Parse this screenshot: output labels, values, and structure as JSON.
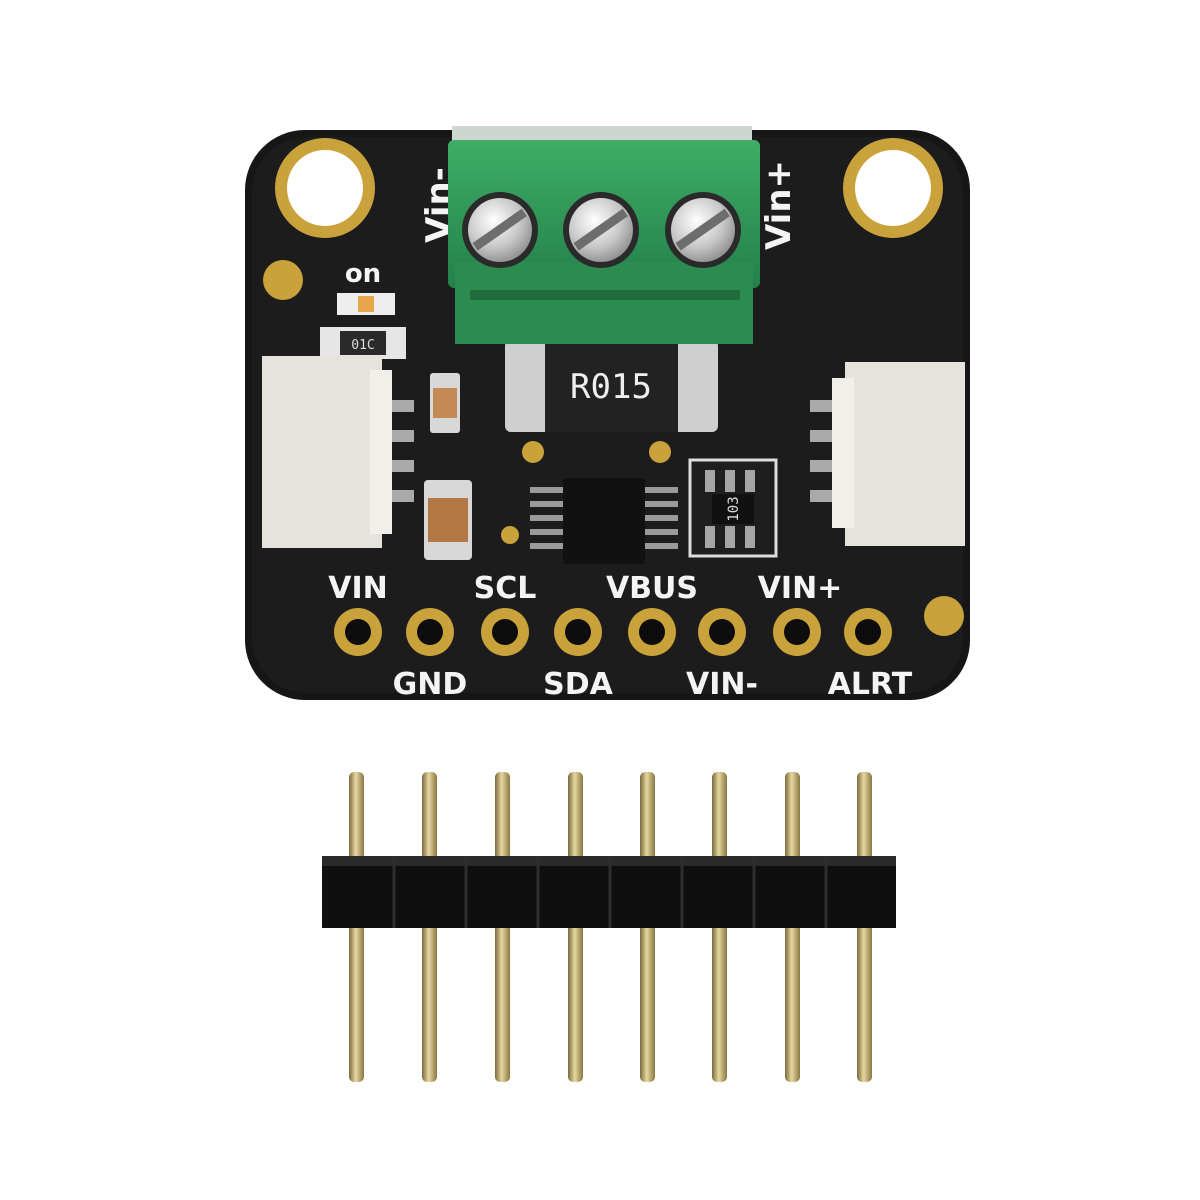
{
  "board": {
    "terminal_labels": {
      "left": "Vin-",
      "right": "Vin+"
    },
    "led_label": "on",
    "resistor_marking": "R015",
    "small_resistor_marking": "103",
    "cap_marking": "01C",
    "pins_top_labels": [
      "VIN",
      "SCL",
      "VBUS",
      "VIN+"
    ],
    "pins_bottom_labels": [
      "GND",
      "SDA",
      "VIN-",
      "ALRT"
    ]
  },
  "header": {
    "pin_count": 8
  },
  "colors": {
    "pcb": "#1a1a1a",
    "terminal": "#2f9a52",
    "gold": "#c9a23c",
    "silkscreen": "#f4f4f4",
    "connector": "#e6e3dc"
  }
}
